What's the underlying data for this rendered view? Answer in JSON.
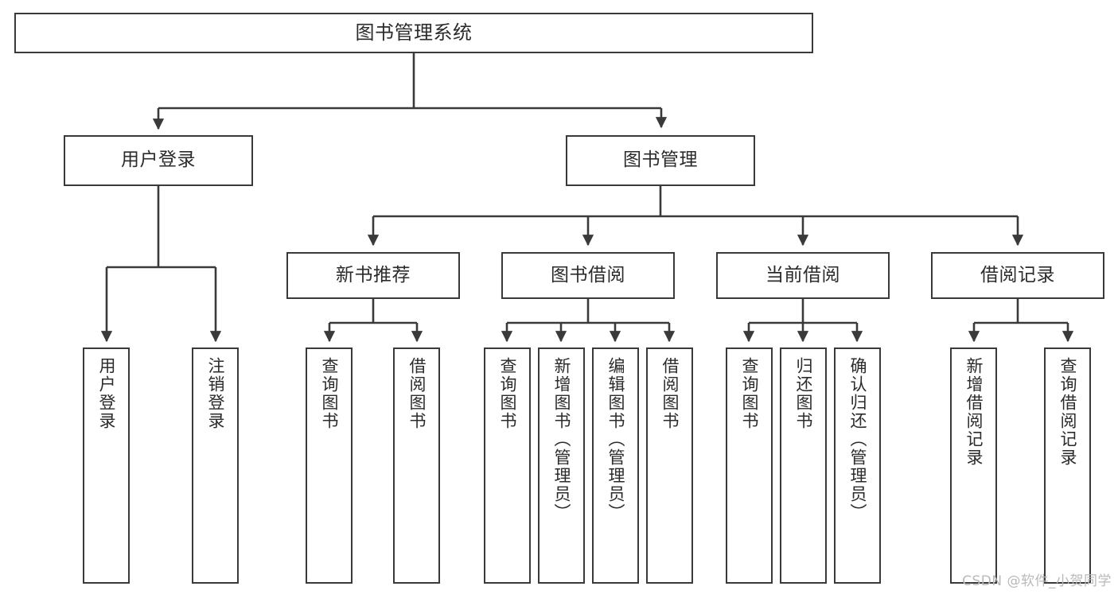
{
  "diagram": {
    "title": "图书管理系统",
    "type": "tree-hierarchy-diagram",
    "root": {
      "label": "图书管理系统"
    },
    "level1": [
      {
        "label": "用户登录"
      },
      {
        "label": "图书管理"
      }
    ],
    "level2": [
      {
        "label": "新书推荐"
      },
      {
        "label": "图书借阅"
      },
      {
        "label": "当前借阅"
      },
      {
        "label": "借阅记录"
      }
    ],
    "leaves": {
      "user_login": [
        {
          "label": "用户登录"
        },
        {
          "label": "注销登录"
        }
      ],
      "new_book_recommend": [
        {
          "label": "查询图书"
        },
        {
          "label": "借阅图书"
        }
      ],
      "book_borrow": [
        {
          "label": "查询图书"
        },
        {
          "label": "新增图书（管理员）"
        },
        {
          "label": "编辑图书（管理员）"
        },
        {
          "label": "借阅图书"
        }
      ],
      "current_borrow": [
        {
          "label": "查询图书"
        },
        {
          "label": "归还图书"
        },
        {
          "label": "确认归还（管理员）"
        }
      ],
      "borrow_record": [
        {
          "label": "新增借阅记录"
        },
        {
          "label": "查询借阅记录"
        }
      ]
    }
  },
  "watermark": {
    "text": "CSDN @软件_小贺同学"
  },
  "colors": {
    "stroke": "#3a3a3a",
    "text": "#2b2b2b",
    "background": "#ffffff",
    "watermark": "#b9b9b9"
  }
}
